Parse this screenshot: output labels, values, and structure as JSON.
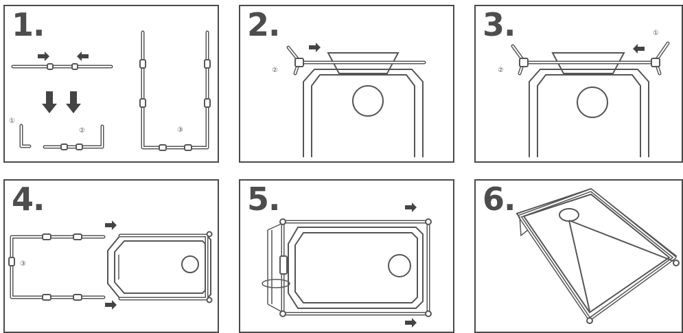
{
  "steps": [
    {
      "number": "1.",
      "labels": [
        "①",
        "②",
        "③"
      ]
    },
    {
      "number": "2.",
      "labels": [
        "②"
      ]
    },
    {
      "number": "3.",
      "labels": [
        "①",
        "②"
      ]
    },
    {
      "number": "4.",
      "labels": [
        "③"
      ]
    },
    {
      "number": "5.",
      "labels": []
    },
    {
      "number": "6.",
      "labels": []
    }
  ],
  "colors": {
    "line": "#555555",
    "border": "#4a4a4a",
    "number": "#4d4d4d",
    "arrow": "#444444"
  }
}
